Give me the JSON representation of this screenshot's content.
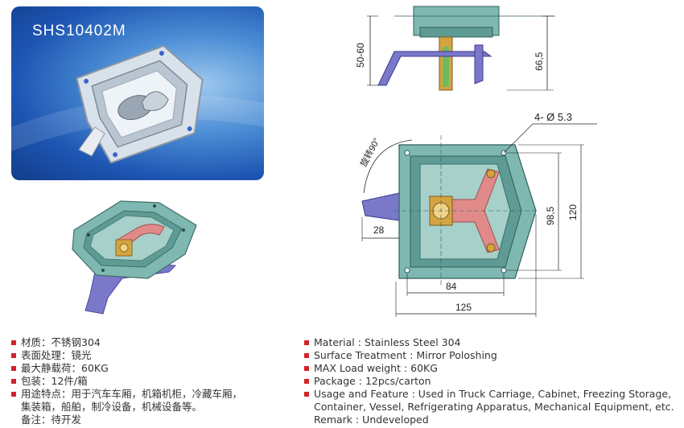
{
  "product": {
    "model": "SHS10402M"
  },
  "dimensions": {
    "d_depth_range": "50-60",
    "d_total_height": "66,5",
    "d_holes": "4- Ø 5.3",
    "d_rotation": "旋转90°",
    "d_handle_offset": "28",
    "d_hole_spacing_h": "84",
    "d_width": "125",
    "d_hole_spacing_v": "98,5",
    "d_height": "120"
  },
  "specs_cn": [
    "材质：不锈钢304",
    "表面处理：镜光",
    "最大静载荷：60KG",
    "包装：12件/箱",
    "用途特点：用于汽车车厢，机箱机柜，冷藏车厢，",
    "集装箱，船舶，制冷设备，机械设备等。",
    "备注：待开发"
  ],
  "specs_en": [
    "Material : Stainless Steel 304",
    "Surface Treatment : Mirror Poloshing",
    "MAX Load weight : 60KG",
    "Package : 12pcs/carton",
    "Usage and Feature : Used in Truck Carriage, Cabinet, Freezing Storage,",
    "Container, Vessel, Refrigerating Apparatus, Mechanical Equipment, etc.",
    "Remark : Undeveloped"
  ],
  "colors": {
    "bullet": "#d2232a",
    "panel_blue": "#1d55b2",
    "body_teal": "#6fa9a3",
    "handle_pink": "#e08a8a",
    "bracket_purple": "#7a78c8"
  }
}
